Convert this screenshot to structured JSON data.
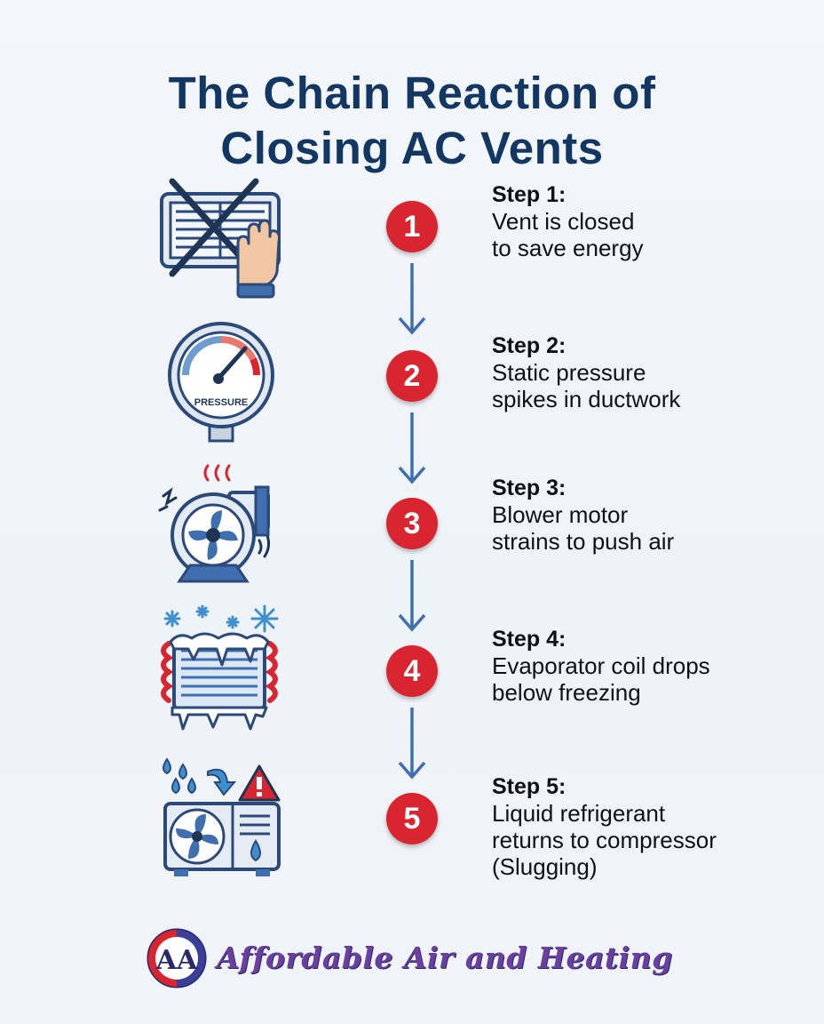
{
  "title": {
    "line1": "The Chain Reaction of",
    "line2": "Closing AC Vents"
  },
  "colors": {
    "title": "#123763",
    "badge": "#d9252f",
    "arrow": "#3f6fae",
    "icon_outline": "#2b4a7a",
    "icon_fill": "#dfe8f2"
  },
  "steps": [
    {
      "number": "1",
      "label": "Step 1:",
      "description": "Vent is closed\nto save energy",
      "icon": "closed-vent-hand-icon"
    },
    {
      "number": "2",
      "label": "Step 2:",
      "description": "Static pressure\nspikes in ductwork",
      "icon": "pressure-gauge-icon"
    },
    {
      "number": "3",
      "label": "Step 3:",
      "description": "Blower motor\nstrains to push air",
      "icon": "blower-motor-icon"
    },
    {
      "number": "4",
      "label": "Step 4:",
      "description": "Evaporator coil drops\nbelow freezing",
      "icon": "frozen-coil-icon"
    },
    {
      "number": "5",
      "label": "Step 5:",
      "description": "Liquid refrigerant\nreturns to compressor\n(Slugging)",
      "icon": "compressor-warning-icon"
    }
  ],
  "gauge_label": "PRESSURE",
  "logo": {
    "text": "Affordable Air and Heating",
    "monogram": "AA"
  }
}
